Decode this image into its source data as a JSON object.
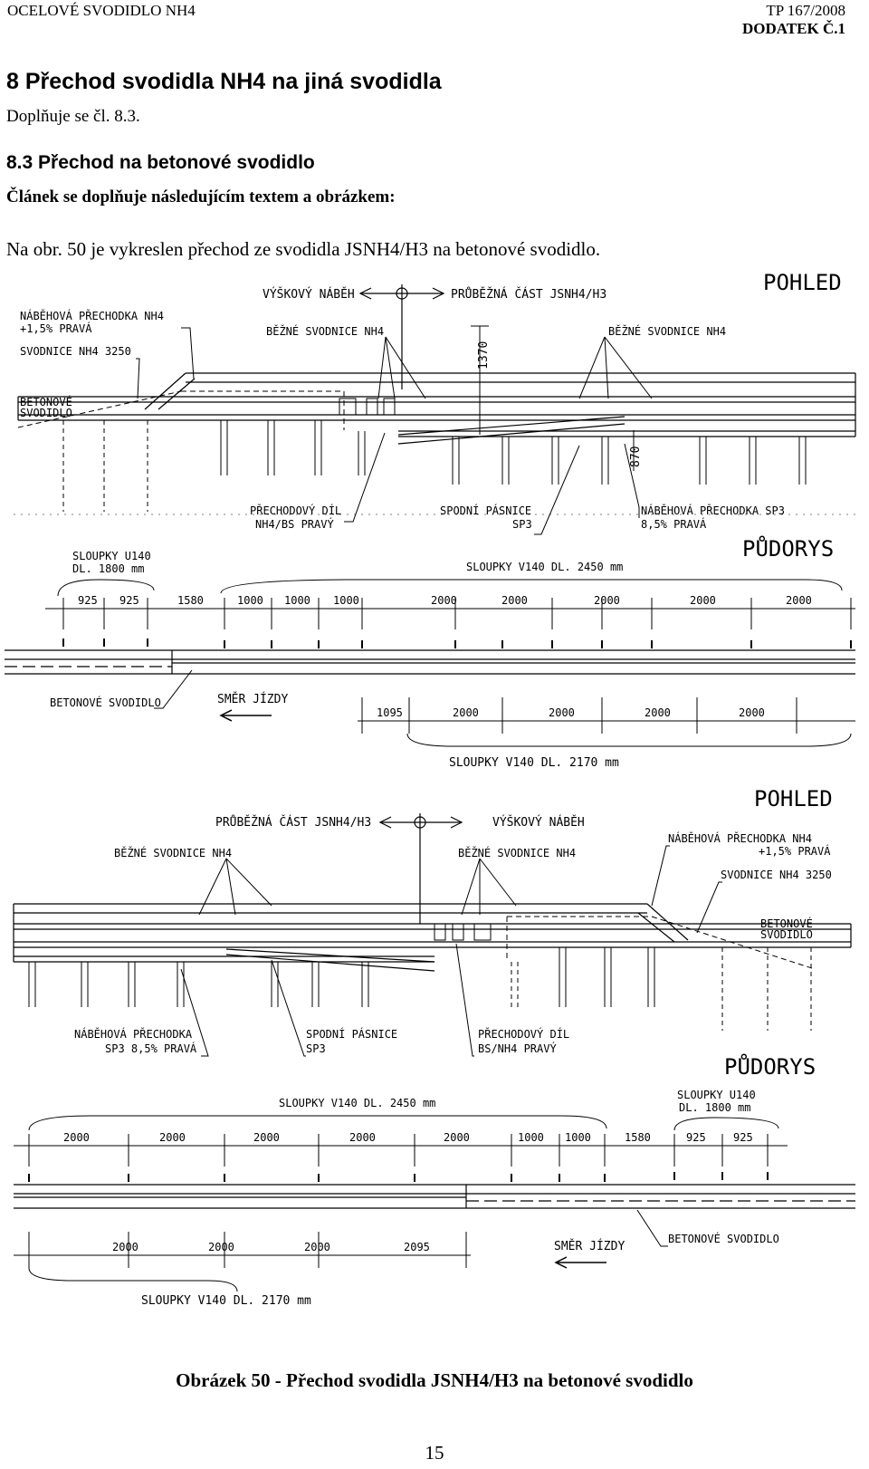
{
  "header": {
    "left": "OCELOVÉ SVODIDLO NH4",
    "right_top": "TP 167/2008",
    "right_bottom": "DODATEK Č.1"
  },
  "section": {
    "title": "8 Přechod svodidla NH4 na jiná svodidla",
    "note": "Doplňuje se čl. 8.3."
  },
  "subsection": {
    "title": "8.3 Přechod na betonové svodidlo",
    "note": "Článek se doplňuje následujícím textem a obrázkem:"
  },
  "paragraph": "Na obr. 50 je vykreslen přechod ze svodidla JSNH4/H3 na betonové svodidlo.",
  "figure": {
    "top": {
      "view_title": "POHLED",
      "plan_title": "PŮDORYS",
      "label_vyskovy": "VÝŠKOVÝ NÁBĚH",
      "label_prubezna": "PRŮBĚŽNÁ ČÁST JSNH4/H3",
      "label_nabehova_nh4_1": "NÁBĚHOVÁ PŘECHODKA NH4",
      "label_nabehova_nh4_2": "+1,5% PRAVÁ",
      "label_svodnice_3250": "SVODNICE NH4 3250",
      "label_bezne_1": "BĚŽNÉ SVODNICE NH4",
      "label_bezne_2": "BĚŽNÉ SVODNICE NH4",
      "label_betonove_1": "BETONOVÉ",
      "label_betonove_2": "SVODIDLO",
      "dim_1370": "1370",
      "dim_870": "870",
      "label_prechodovy_1": "PŘECHODOVÝ DÍL",
      "label_prechodovy_2": "NH4/BS PRAVÝ",
      "label_spodni_1": "SPODNÍ PÁSNICE",
      "label_spodni_2": "SP3",
      "label_nabehova_sp3_1": "NÁBĚHOVÁ PŘECHODKA SP3",
      "label_nabehova_sp3_2": "8,5% PRAVÁ",
      "label_sloupky_u140_1": "SLOUPKY U140",
      "label_sloupky_u140_2": "DL. 1800 mm",
      "label_sloupky_2450": "SLOUPKY V140 DL. 2450 mm",
      "dims_top": [
        "925",
        "925",
        "1580",
        "1000",
        "1000",
        "1000",
        "2000",
        "2000",
        "2000",
        "2000",
        "2000"
      ],
      "label_betonove_svodidlo": "BETONOVÉ SVODIDLO",
      "label_smer": "SMĚR JÍZDY",
      "dims_bottom": [
        "1095",
        "2000",
        "2000",
        "2000",
        "2000"
      ],
      "label_sloupky_2170": "SLOUPKY V140 DL. 2170 mm"
    },
    "bottom": {
      "view_title": "POHLED",
      "plan_title": "PŮDORYS",
      "label_prubezna": "PRŮBĚŽNÁ ČÁST JSNH4/H3",
      "label_vyskovy": "VÝŠKOVÝ NÁBĚH",
      "label_nabehova_nh4_1": "NÁBĚHOVÁ PŘECHODKA NH4",
      "label_nabehova_nh4_2": "+1,5% PRAVÁ",
      "label_svodnice_3250": "SVODNICE NH4 3250",
      "label_bezne_1": "BĚŽNÉ SVODNICE NH4",
      "label_bezne_2": "BĚŽNÉ SVODNICE NH4",
      "label_betonove_1": "BETONOVÉ",
      "label_betonove_2": "SVODIDLO",
      "label_nabehova_sp3_1": "NÁBĚHOVÁ PŘECHODKA",
      "label_nabehova_sp3_2": "SP3 8,5% PRAVÁ",
      "label_spodni_1": "SPODNÍ PÁSNICE",
      "label_spodni_2": "SP3",
      "label_prechodovy_1": "PŘECHODOVÝ DÍL",
      "label_prechodovy_2": "BS/NH4 PRAVÝ",
      "label_sloupky_2450": "SLOUPKY V140 DL. 2450 mm",
      "label_sloupky_u140_1": "SLOUPKY U140",
      "label_sloupky_u140_2": "DL. 1800 mm",
      "dims_top": [
        "2000",
        "2000",
        "2000",
        "2000",
        "2000",
        "1000",
        "1000",
        "1580",
        "925",
        "925"
      ],
      "dims_bottom": [
        "2000",
        "2000",
        "2000",
        "2095"
      ],
      "label_smer": "SMĚR JÍZDY",
      "label_betonove_svodidlo": "BETONOVÉ SVODIDLO",
      "label_sloupky_2170": "SLOUPKY V140 DL. 2170 mm"
    }
  },
  "caption": "Obrázek 50 - Přechod svodidla JSNH4/H3 na betonové svodidlo",
  "page_number": "15"
}
